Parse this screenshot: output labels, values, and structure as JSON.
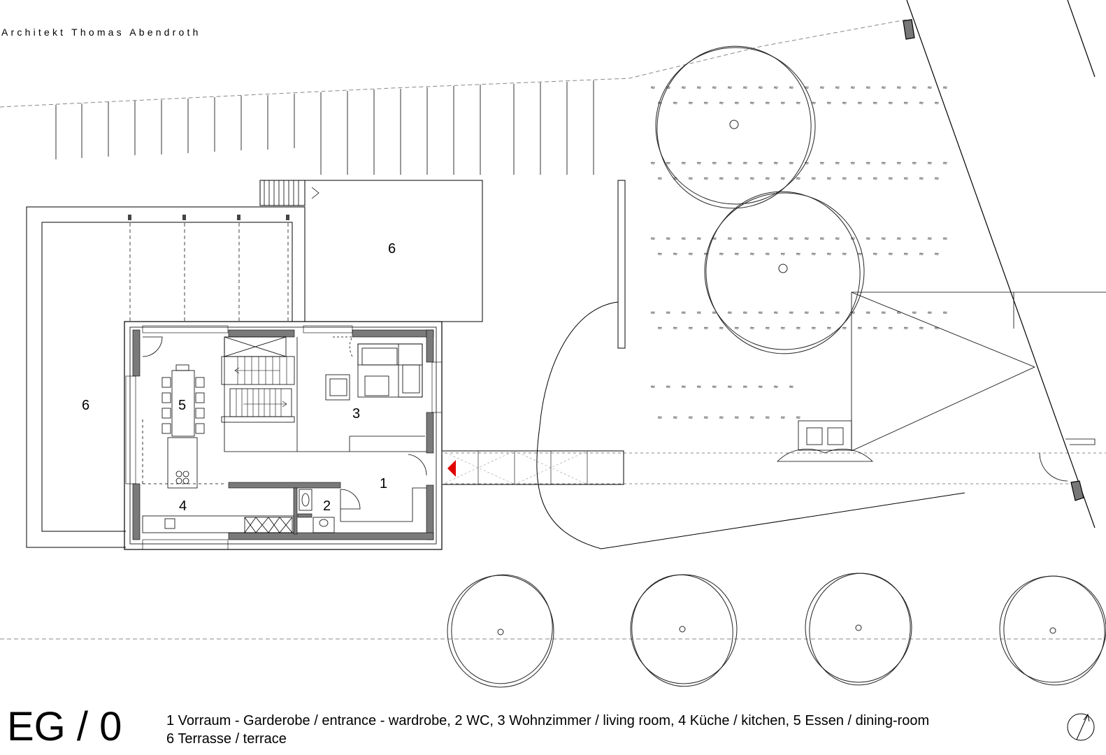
{
  "header": {
    "architect": "Architekt Thomas Abendroth"
  },
  "footer": {
    "floor_title": "EG / 0",
    "legend_line1": "1 Vorraum - Garderobe / entrance - wardrobe, 2 WC, 3 Wohnzimmer / living room, 4 Küche / kitchen, 5 Essen / dining-room",
    "legend_line2": "6 Terrasse / terrace"
  },
  "rooms": {
    "r1": "1",
    "r2": "2",
    "r3": "3",
    "r4": "4",
    "r5": "5",
    "r6_top": "6",
    "r6_left": "6"
  },
  "symbols": {
    "north_arrow": "north-arrow-icon",
    "entrance_marker": "entrance-triangle-icon",
    "tree": "tree-icon",
    "stair": "stair-icon"
  },
  "colors": {
    "wall": "#7a7a7a",
    "line": "#000000",
    "entrance": "#e00000",
    "dashed": "#888888"
  }
}
